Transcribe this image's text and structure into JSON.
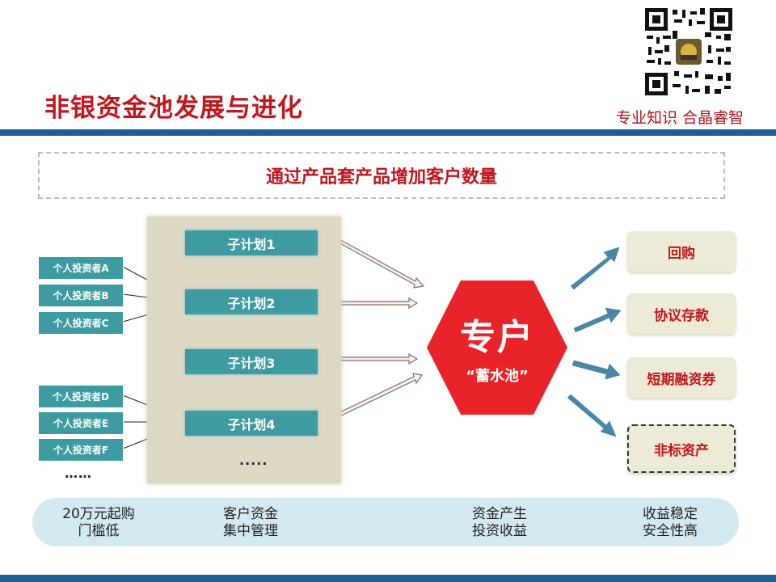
{
  "header": {
    "title": "非银资金池发展与进化",
    "slogan": "专业知识 合晶睿智"
  },
  "banner": {
    "text": "通过产品套产品增加客户数量"
  },
  "investors": [
    {
      "label": "个人投资者A"
    },
    {
      "label": "个人投资者B"
    },
    {
      "label": "个人投资者C"
    },
    {
      "label": "个人投资者D"
    },
    {
      "label": "个人投资者E"
    },
    {
      "label": "个人投资者F"
    }
  ],
  "investors_more": "……",
  "sub_plans": [
    {
      "label": "子计划1"
    },
    {
      "label": "子计划2"
    },
    {
      "label": "子计划3"
    },
    {
      "label": "子计划4"
    }
  ],
  "sub_plans_more": ".....",
  "hub": {
    "title": "专户",
    "subtitle": "“蓄水池”",
    "color": "#e8242a"
  },
  "outputs": [
    {
      "label": "回购"
    },
    {
      "label": "协议存款"
    },
    {
      "label": "短期融资券"
    },
    {
      "label": "非标资产"
    }
  ],
  "footer": {
    "items": [
      {
        "line1": "20万元起购",
        "line2": "门槛低"
      },
      {
        "line1": "客户资金",
        "line2": "集中管理"
      },
      {
        "line1": "资金产生",
        "line2": "投资收益"
      },
      {
        "line1": "收益稳定",
        "line2": "安全性高"
      }
    ]
  },
  "colors": {
    "accent_red": "#c0161c",
    "teal": "#3d9ba1",
    "brand_blue": "#1f5f97",
    "panel": "#ddd9c5"
  }
}
